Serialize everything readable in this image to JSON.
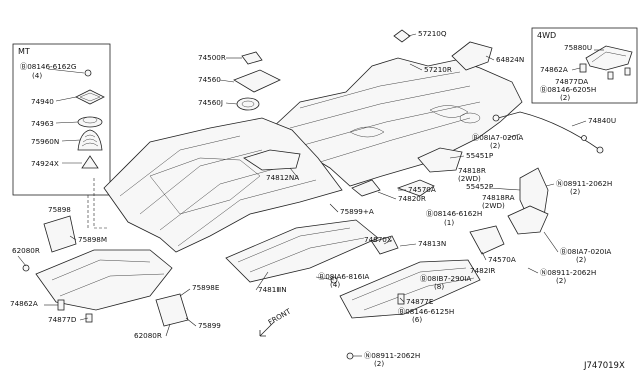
{
  "diagram": {
    "code": "J747019X",
    "direction": "FRONT",
    "insets": [
      {
        "key": "mt",
        "title": "MT",
        "items": [
          "Ⓑ08146-6162G",
          "(4)",
          "74940",
          "74963",
          "75960N",
          "74924X"
        ]
      },
      {
        "key": "fwd",
        "title": "4WD",
        "items": [
          "75880U",
          "74862A",
          "74877DA",
          "Ⓑ08146-6205H",
          "(2)"
        ]
      }
    ],
    "labels": [
      "57210Q",
      "64824N",
      "57210R",
      "74500R",
      "74560",
      "74560J",
      "74840U",
      "Ⓑ08IA7-020IA",
      "(2)",
      "55451P",
      "74818R",
      "(2WD)",
      "55452P",
      "Ⓝ08911-2062H",
      "(2)",
      "74812NA",
      "74570A",
      "74820R",
      "Ⓑ08146-6162H",
      "(1)",
      "75899+A",
      "74818RA",
      "(2WD)",
      "75898",
      "75898M",
      "62080R",
      "74870X",
      "74813N",
      "74570A",
      "Ⓑ08IA7-020IA",
      "(2)",
      "Ⓑ08IA6-816IA",
      "(4)",
      "Ⓑ08IB7-290IA",
      "(8)",
      "7482IR",
      "Ⓝ08911-2062H",
      "(2)",
      "74862A",
      "74877D",
      "75898E",
      "7481ⅢN",
      "74877E",
      "Ⓑ08146-6125H",
      "(6)",
      "62080R",
      "75899",
      "Ⓝ08911-2062H",
      "(2)"
    ]
  }
}
